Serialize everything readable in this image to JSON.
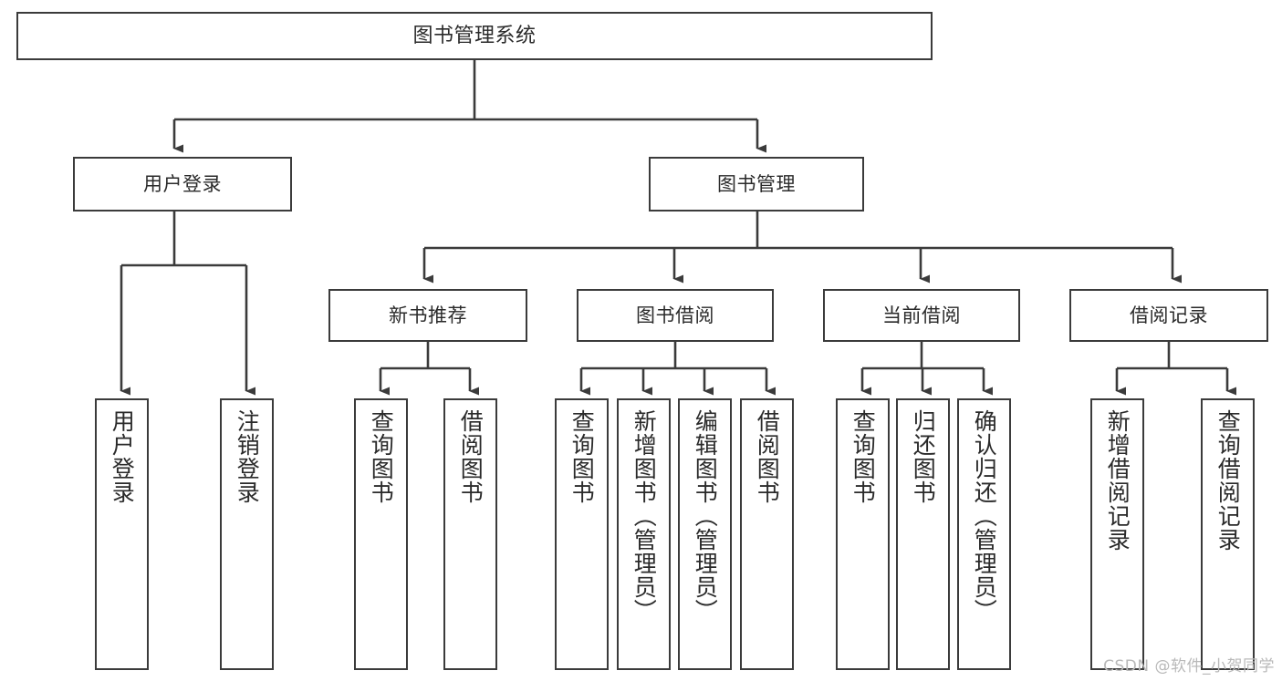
{
  "diagram": {
    "title": "图书管理系统",
    "type": "tree",
    "background_color": "#ffffff",
    "line_color": "#3b3b3b",
    "box_fill": "#ffffff",
    "text_color": "#2a2a2a"
  },
  "nodes": {
    "root": {
      "label": "图书管理系统",
      "level": 1
    },
    "level2": [
      {
        "id": "user-login",
        "label": "用户登录",
        "level": 2
      },
      {
        "id": "book-manage",
        "label": "图书管理",
        "level": 2
      }
    ],
    "level3": [
      {
        "id": "new-book-recommend",
        "label": "新书推荐",
        "level": 3
      },
      {
        "id": "book-borrow",
        "label": "图书借阅",
        "level": 3
      },
      {
        "id": "current-borrow",
        "label": "当前借阅",
        "level": 3
      },
      {
        "id": "borrow-record",
        "label": "借阅记录",
        "level": 3
      }
    ],
    "leaves": [
      {
        "id": "leaf-user-login",
        "label": "用户登录",
        "parent": "user-login"
      },
      {
        "id": "leaf-logout-login",
        "label": "注销登录",
        "parent": "user-login"
      },
      {
        "id": "leaf-query-book-1",
        "label": "查询图书",
        "parent": "new-book-recommend"
      },
      {
        "id": "leaf-borrow-book-1",
        "label": "借阅图书",
        "parent": "new-book-recommend"
      },
      {
        "id": "leaf-query-book-2",
        "label": "查询图书",
        "parent": "book-borrow"
      },
      {
        "id": "leaf-add-book",
        "label": "新增图书（管理员）",
        "parent": "book-borrow"
      },
      {
        "id": "leaf-edit-book",
        "label": "编辑图书（管理员）",
        "parent": "book-borrow"
      },
      {
        "id": "leaf-borrow-book-2",
        "label": "借阅图书",
        "parent": "book-borrow"
      },
      {
        "id": "leaf-query-book-3",
        "label": "查询图书",
        "parent": "current-borrow"
      },
      {
        "id": "leaf-return-book",
        "label": "归还图书",
        "parent": "current-borrow"
      },
      {
        "id": "leaf-confirm-return",
        "label": "确认归还（管理员）",
        "parent": "current-borrow"
      },
      {
        "id": "leaf-add-borrow-record",
        "label": "新增借阅记录",
        "parent": "borrow-record"
      },
      {
        "id": "leaf-query-borrow-record",
        "label": "查询借阅记录",
        "parent": "borrow-record"
      }
    ]
  },
  "watermark": {
    "text": "CSDN @软件_小贺同学"
  }
}
